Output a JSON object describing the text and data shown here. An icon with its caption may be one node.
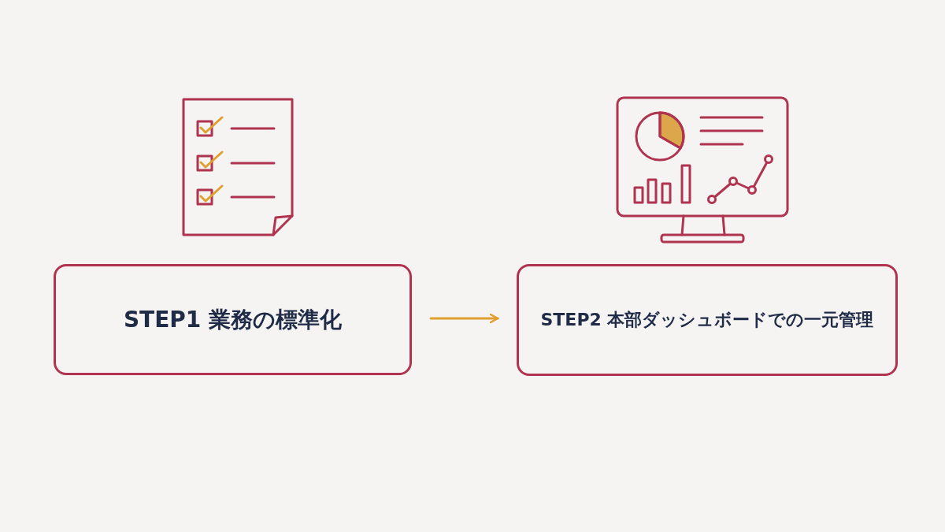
{
  "diagram": {
    "nodes": [
      {
        "text": [
          "STEP1 業務の標準化"
        ]
      },
      {
        "text": [
          "STEP2 本部ダッシュボードでの一元管理"
        ]
      }
    ],
    "edges": [
      {
        "from": 0,
        "to": 1,
        "arrow": "to"
      }
    ]
  }
}
